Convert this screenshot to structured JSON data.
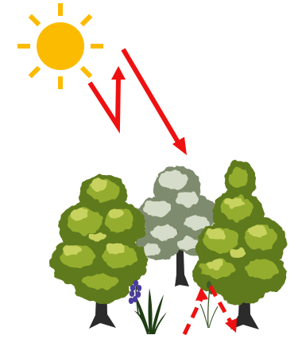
{
  "scene": {
    "colors": {
      "background": "#ffffff",
      "sun": "#fbbb00",
      "arrow": "#ee1111",
      "tree_dark": "#5f7a1c",
      "tree_mid": "#94ad2e",
      "tree_light": "#c8d35e",
      "tree_pale_dark": "#7f8b6e",
      "tree_pale_light": "#d5dcc9",
      "trunk": "#2b2b2b",
      "bluebell": "#4b3d9c",
      "grass": "#1f3d14"
    },
    "elements": [
      {
        "name": "sun-icon",
        "kind": "sun"
      },
      {
        "name": "reflected-light-arrow",
        "kind": "arrow",
        "style": "solid"
      },
      {
        "name": "incoming-light-arrow",
        "kind": "arrow",
        "style": "solid"
      },
      {
        "name": "left-tree-icon",
        "kind": "deciduous-tree"
      },
      {
        "name": "middle-pale-tree-icon",
        "kind": "pale-tree"
      },
      {
        "name": "right-tree-icon",
        "kind": "deciduous-tree"
      },
      {
        "name": "bluebell-plant-icon",
        "kind": "bluebell"
      },
      {
        "name": "small-flower-plant-icon",
        "kind": "small-plant"
      },
      {
        "name": "ground-light-dashed-arrow",
        "kind": "arrow",
        "style": "dashed"
      }
    ]
  }
}
